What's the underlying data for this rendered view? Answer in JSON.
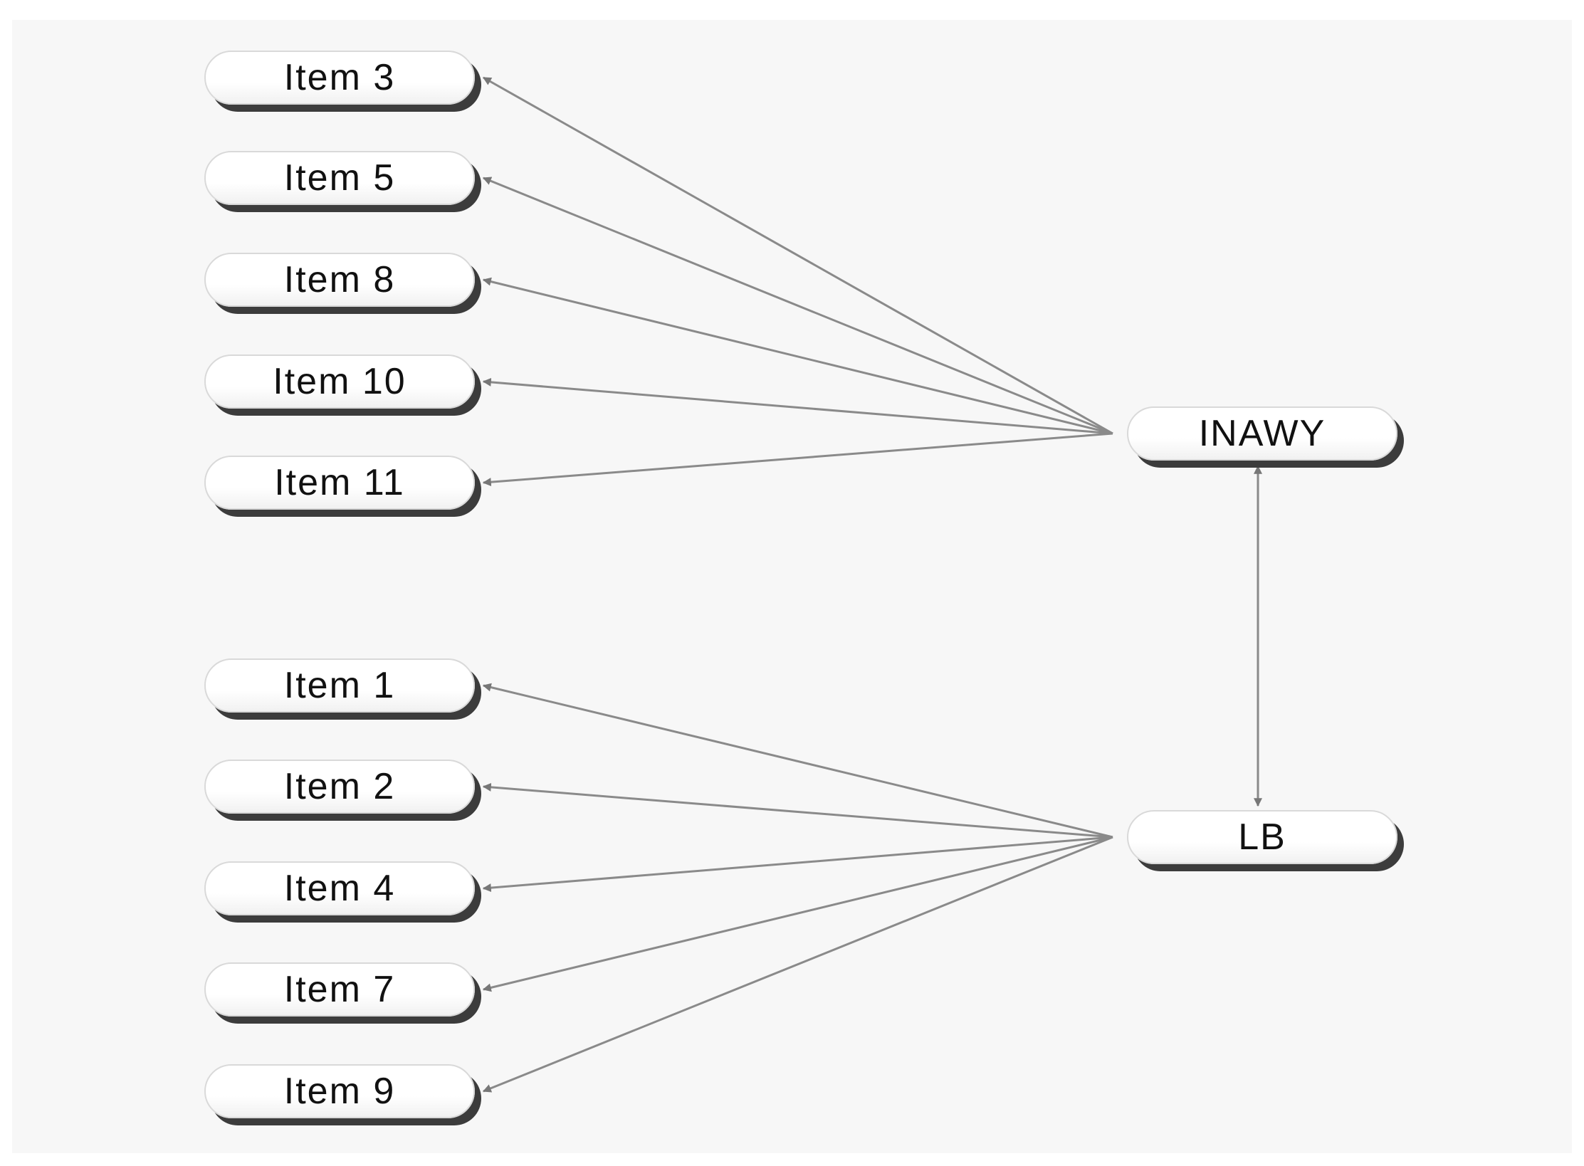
{
  "diagram": {
    "factors": [
      {
        "id": "inawy",
        "label": "INAWY"
      },
      {
        "id": "lb",
        "label": "LB"
      }
    ],
    "items": [
      {
        "id": "item3",
        "label": "Item 3",
        "factor": "inawy"
      },
      {
        "id": "item5",
        "label": "Item 5",
        "factor": "inawy"
      },
      {
        "id": "item8",
        "label": "Item 8",
        "factor": "inawy"
      },
      {
        "id": "item10",
        "label": "Item 10",
        "factor": "inawy"
      },
      {
        "id": "item11",
        "label": "Item 11",
        "factor": "inawy"
      },
      {
        "id": "item1",
        "label": "Item 1",
        "factor": "lb"
      },
      {
        "id": "item2",
        "label": "Item 2",
        "factor": "lb"
      },
      {
        "id": "item4",
        "label": "Item 4",
        "factor": "lb"
      },
      {
        "id": "item7",
        "label": "Item 7",
        "factor": "lb"
      },
      {
        "id": "item9",
        "label": "Item 9",
        "factor": "lb"
      }
    ],
    "edges": [
      {
        "from": "inawy",
        "to": "item3"
      },
      {
        "from": "inawy",
        "to": "item5"
      },
      {
        "from": "inawy",
        "to": "item8"
      },
      {
        "from": "inawy",
        "to": "item10"
      },
      {
        "from": "inawy",
        "to": "item11"
      },
      {
        "from": "lb",
        "to": "item1"
      },
      {
        "from": "lb",
        "to": "item2"
      },
      {
        "from": "lb",
        "to": "item4"
      },
      {
        "from": "lb",
        "to": "item7"
      },
      {
        "from": "lb",
        "to": "item9"
      },
      {
        "from": "inawy",
        "to": "lb",
        "bidirectional": true
      }
    ],
    "colors": {
      "edge": "#8a8a8a",
      "node_fill": "#ffffff",
      "node_shadow": "#3c3c3c",
      "panel": "#f7f7f7"
    }
  }
}
